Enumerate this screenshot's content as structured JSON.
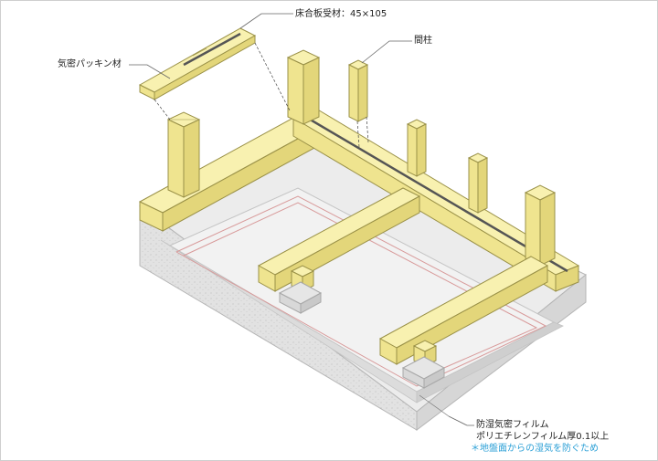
{
  "labels": {
    "floor_joist_support": "床合板受材：45×105",
    "airtight_packing": "気密パッキン材",
    "intermediate_post": "間柱",
    "vapor_film_title": "防湿気密フィルム",
    "vapor_film_spec": "ポリエチレンフィルム厚0.1以上",
    "vapor_film_note": "＊地盤面からの湿気を防ぐため"
  },
  "colors": {
    "timber_top": "#f8f1b0",
    "timber_left": "#efe48f",
    "timber_right": "#e3d67a",
    "timber_stroke": "#9a9148",
    "concrete_top": "#eeeeee",
    "concrete_side": "#d9d9d9",
    "film_line": "#d89a9a",
    "note_text": "#2a9fd6"
  }
}
